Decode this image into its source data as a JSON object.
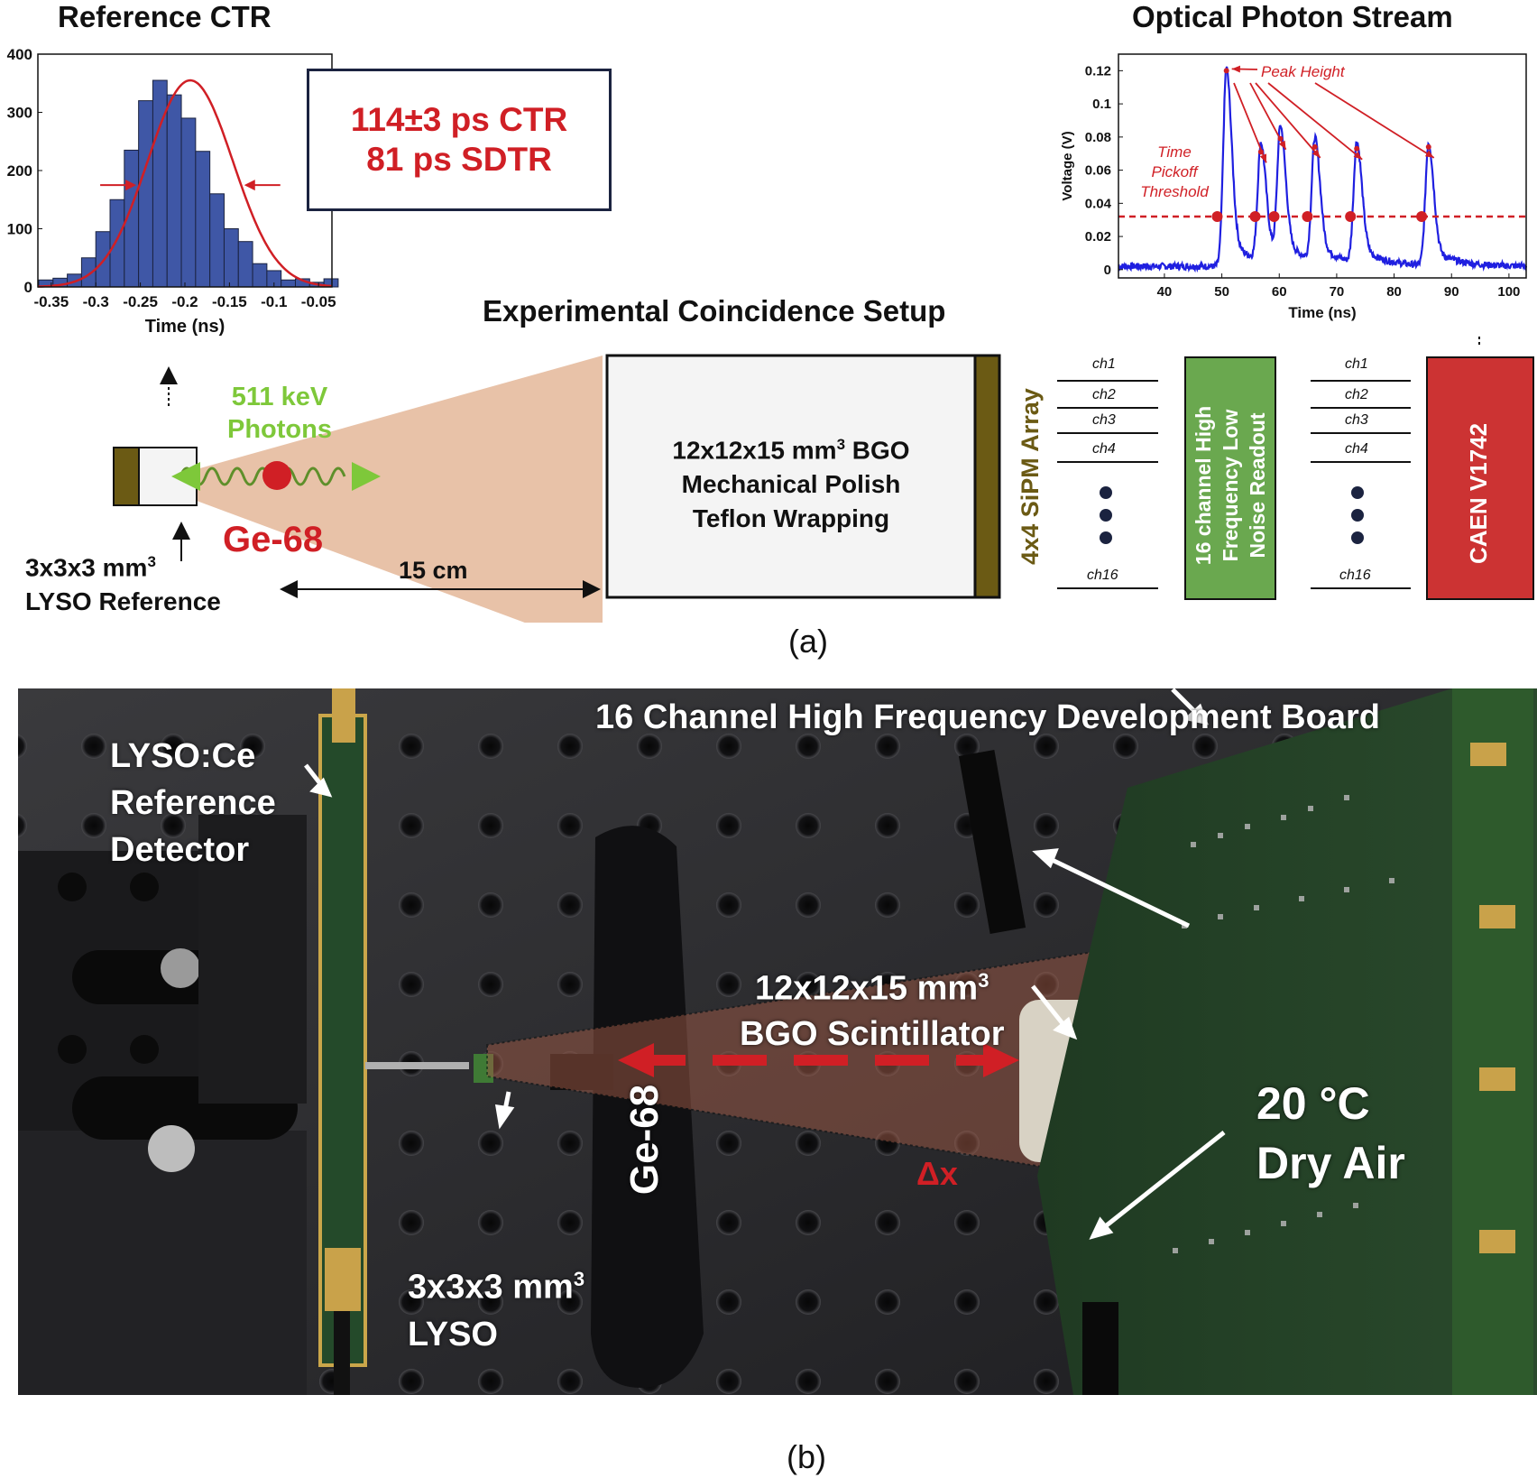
{
  "panel_a": {
    "caption": "(a)",
    "reference_ctr": {
      "title": "Reference CTR",
      "result_line1": "114±3 ps CTR",
      "result_line2": "81 ps SDTR"
    },
    "optical_stream": {
      "title": "Optical Photon Stream",
      "peak_height_label": "Peak Height",
      "threshold_label": [
        "Time",
        "Pickoff",
        "Threshold"
      ]
    },
    "setup": {
      "title": "Experimental Coincidence Setup",
      "photons_label_line1": "511 keV",
      "photons_label_line2": "Photons",
      "source_label": "Ge-68",
      "distance_label": "15 cm",
      "reference_label_line1": "3x3x3 mm",
      "reference_label_sup": "3",
      "reference_label_line2": "LYSO Reference",
      "crystal_line1_a": "12x12x15 mm",
      "crystal_line1_sup": "3",
      "crystal_line1_b": " BGO",
      "crystal_line2": "Mechanical Polish",
      "crystal_line3": "Teflon Wrapping",
      "sipm_label": "4x4 SiPM Array",
      "readout_label_line1": "16 channel High",
      "readout_label_line2": "Frequency Low",
      "readout_label_line3": "Noise Readout",
      "digitizer_label": "CAEN V1742",
      "channels": [
        "ch1",
        "ch2",
        "ch3",
        "ch4",
        "ch16"
      ]
    },
    "colors": {
      "histogram_bar": "#3f57a6",
      "gaussian_fit": "#d01f25",
      "waveform": "#1f1fe0",
      "threshold": "#d01f25",
      "sipm": "#6b5a14",
      "readout_box": "#6aa84f",
      "digitizer_box": "#cc3333",
      "photon_wave": "#7ec83a",
      "beam_cone": "#e8c2a8"
    }
  },
  "panel_b": {
    "caption": "(b)",
    "label_board": "16 Channel High Frequency Development Board",
    "label_reference": [
      "LYSO:Ce",
      "Reference",
      "Detector"
    ],
    "label_bgo_a": "12x12x15 mm",
    "label_bgo_sup": "3",
    "label_bgo_b": "BGO Scintillator",
    "label_temp_line1": "20 °C",
    "label_temp_line2": "Dry Air",
    "label_lyso_a": "3x3x3 mm",
    "label_lyso_sup": "3",
    "label_lyso_b": "LYSO",
    "label_source": "Ge-68",
    "label_dx": "Δx"
  },
  "chart_data": [
    {
      "type": "bar",
      "title": "Reference CTR",
      "xlabel": "Time (ns)",
      "ylabel": "",
      "xlim": [
        -0.365,
        -0.035
      ],
      "ylim": [
        0,
        400
      ],
      "x_ticks": [
        -0.35,
        -0.3,
        -0.25,
        -0.2,
        -0.15,
        -0.1,
        -0.05
      ],
      "x_tick_labels": [
        "-0.35",
        "-0.3",
        "-0.25",
        "-0.2",
        "-0.15",
        "-0.1",
        "-0.05"
      ],
      "y_ticks": [
        0,
        100,
        200,
        300,
        400
      ],
      "y_tick_labels": [
        "0",
        "100",
        "200",
        "300",
        "400"
      ],
      "bin_width": 0.016,
      "x": [
        -0.356,
        -0.34,
        -0.324,
        -0.308,
        -0.292,
        -0.276,
        -0.26,
        -0.244,
        -0.228,
        -0.212,
        -0.196,
        -0.18,
        -0.164,
        -0.148,
        -0.132,
        -0.116,
        -0.1,
        -0.084,
        -0.068,
        -0.052,
        -0.036
      ],
      "values": [
        12,
        15,
        22,
        50,
        95,
        150,
        235,
        320,
        355,
        330,
        290,
        233,
        160,
        100,
        78,
        40,
        28,
        12,
        14,
        8,
        14
      ],
      "fit": {
        "type": "gaussian",
        "amplitude": 355,
        "mean": -0.194,
        "sigma": 0.048
      },
      "fwhm_marker_y": 175,
      "grid": false
    },
    {
      "type": "line",
      "title": "Optical Photon Stream",
      "xlabel": "Time (ns)",
      "ylabel": "Voltage (V)",
      "xlim": [
        32,
        103
      ],
      "ylim": [
        -0.005,
        0.13
      ],
      "x_ticks": [
        40,
        50,
        60,
        70,
        80,
        90,
        100
      ],
      "x_tick_labels": [
        "40",
        "50",
        "60",
        "70",
        "80",
        "90",
        "100"
      ],
      "y_ticks": [
        0,
        0.02,
        0.04,
        0.06,
        0.08,
        0.1,
        0.12
      ],
      "y_tick_labels": [
        "0",
        "0.02",
        "0.04",
        "0.06",
        "0.08",
        "0.1",
        "0.12"
      ],
      "peaks": [
        {
          "time": 50.8,
          "height": 0.12
        },
        {
          "time": 56.8,
          "height": 0.071
        },
        {
          "time": 60.2,
          "height": 0.079
        },
        {
          "time": 66.2,
          "height": 0.074
        },
        {
          "time": 73.5,
          "height": 0.073
        },
        {
          "time": 86.0,
          "height": 0.074
        }
      ],
      "threshold": 0.032,
      "threshold_crossings": [
        49.2,
        55.8,
        59.1,
        64.9,
        72.4,
        84.8
      ],
      "grid": false
    }
  ]
}
